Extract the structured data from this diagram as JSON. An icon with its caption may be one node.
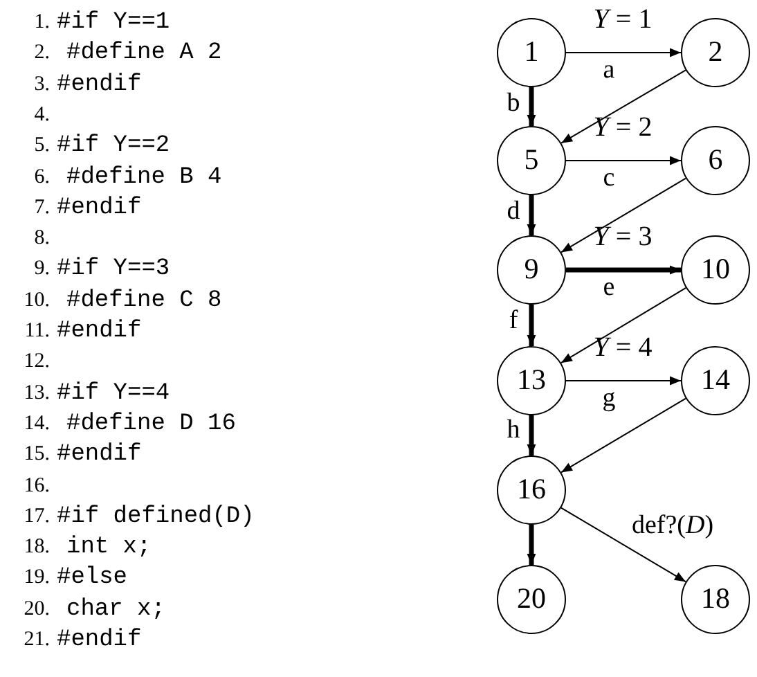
{
  "diagram": {
    "nodes": [
      {
        "text": [
          "1"
        ]
      },
      {
        "text": [
          "2"
        ]
      },
      {
        "text": [
          "5"
        ]
      },
      {
        "text": [
          "6"
        ]
      },
      {
        "text": [
          "9"
        ]
      },
      {
        "text": [
          "10"
        ]
      },
      {
        "text": [
          "13"
        ]
      },
      {
        "text": [
          "14"
        ]
      },
      {
        "text": [
          "16"
        ]
      },
      {
        "text": [
          "20"
        ]
      },
      {
        "text": [
          "18"
        ]
      }
    ],
    "edges": [
      {
        "from": 0,
        "to": 1,
        "arrow": "to",
        "label": "a"
      },
      {
        "from": 1,
        "to": 2,
        "arrow": "to"
      },
      {
        "from": 0,
        "to": 2,
        "arrow": "to",
        "label": "b",
        "style": "thick"
      },
      {
        "from": 2,
        "to": 3,
        "arrow": "to",
        "label": "c"
      },
      {
        "from": 3,
        "to": 4,
        "arrow": "to"
      },
      {
        "from": 2,
        "to": 4,
        "arrow": "to",
        "label": "d",
        "style": "thick"
      },
      {
        "from": 4,
        "to": 5,
        "arrow": "to",
        "label": "e",
        "style": "thick"
      },
      {
        "from": 5,
        "to": 6,
        "arrow": "to"
      },
      {
        "from": 4,
        "to": 6,
        "arrow": "to",
        "label": "f",
        "style": "thick"
      },
      {
        "from": 6,
        "to": 7,
        "arrow": "to",
        "label": "g"
      },
      {
        "from": 7,
        "to": 8,
        "arrow": "to"
      },
      {
        "from": 6,
        "to": 8,
        "arrow": "to",
        "label": "h",
        "style": "thick"
      },
      {
        "from": 8,
        "to": 9,
        "arrow": "to",
        "style": "thick"
      },
      {
        "from": 8,
        "to": 10,
        "arrow": "to",
        "label": "def?(*D*)"
      }
    ],
    "labels": [
      "1.",
      "#if Y==1",
      "2.",
      "#define A 2",
      "3.",
      "#endif",
      "4.",
      "5.",
      "#if Y==2",
      "6.",
      "#define B 4",
      "7.",
      "#endif",
      "8.",
      "9.",
      "#if Y==3",
      "10.",
      "#define C 8",
      "11.",
      "#endif",
      "12.",
      "13.",
      "#if Y==4",
      "14.",
      "#define D 16",
      "15.",
      "#endif",
      "16.",
      "17.",
      "#if defined(D)",
      "18.",
      "int x;",
      "19.",
      "#else",
      "20.",
      "char x;",
      "21.",
      "#endif",
      "*Y* = 1",
      "*Y* = 2",
      "*Y* = 3",
      "*Y* = 4"
    ]
  }
}
